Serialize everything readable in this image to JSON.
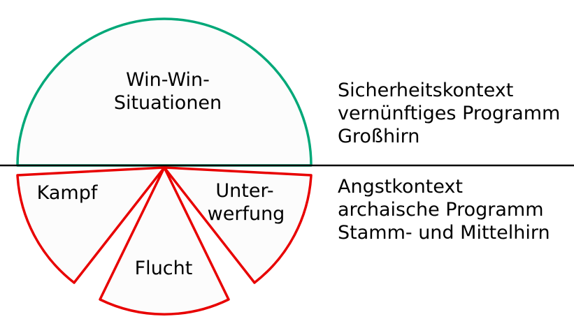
{
  "diagram": {
    "colors": {
      "top_stroke": "#00a878",
      "bottom_stroke": "#e80000",
      "divider": "#000000",
      "shape_fill": "#fcfcfc"
    },
    "top_half": {
      "label_line1": "Win-Win-",
      "label_line2": "Situationen"
    },
    "bottom_half": {
      "wedge_kampf": "Kampf",
      "wedge_flucht": "Flucht",
      "wedge_unterwerfung_line1": "Unter-",
      "wedge_unterwerfung_line2": "werfung"
    },
    "right_top_block": {
      "line1": "Sicherheitskontext",
      "line2": "vernünftiges Programm",
      "line3": "Großhirn"
    },
    "right_bottom_block": {
      "line1": "Angstkontext",
      "line2": "archaische Programm",
      "line3": "Stamm- und Mittelhirn"
    }
  }
}
